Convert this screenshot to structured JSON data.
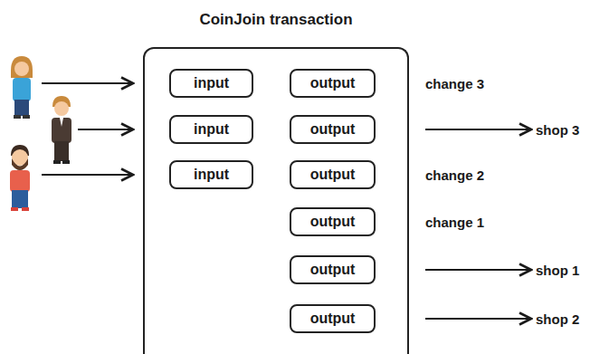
{
  "diagram": {
    "nodes": [
      {
        "text": [
          "CoinJoin transaction"
        ]
      },
      {
        "text": [
          "input"
        ],
        "in": 0
      },
      {
        "text": [
          "output"
        ],
        "in": 0
      },
      {
        "text": [
          "input"
        ],
        "in": 0
      },
      {
        "text": [
          "output"
        ],
        "in": 0
      },
      {
        "text": [
          "input"
        ],
        "in": 0
      },
      {
        "text": [
          "output"
        ],
        "in": 0
      },
      {
        "text": [
          "output"
        ],
        "in": 0
      },
      {
        "text": [
          "output"
        ],
        "in": 0
      },
      {
        "text": [
          "output"
        ],
        "in": 0
      }
    ],
    "labels": [
      "change 3",
      "shop 3",
      "change 2",
      "change 1",
      "shop 1",
      "shop 2"
    ]
  }
}
